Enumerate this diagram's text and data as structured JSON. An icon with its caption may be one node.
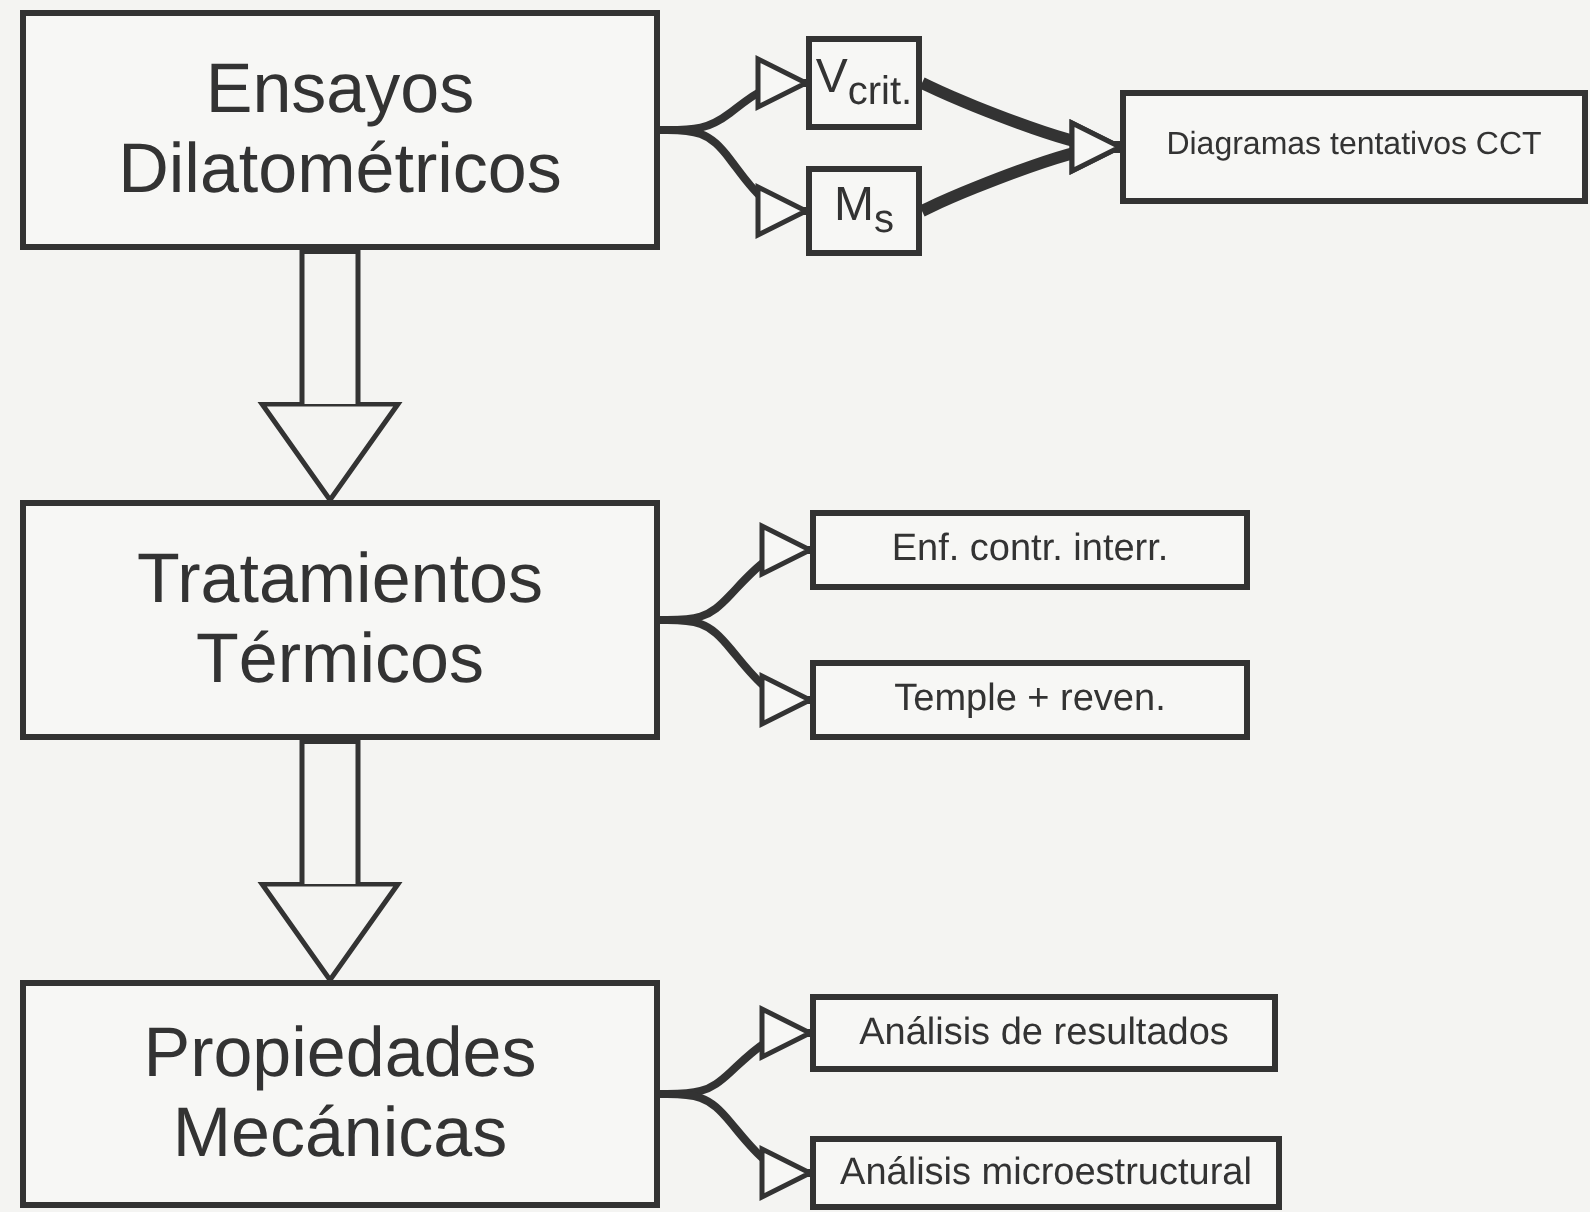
{
  "diagram": {
    "nodes": [
      {
        "text": [
          "Ensayos Dilatométricos"
        ]
      },
      {
        "text": [
          "V$_{crit.}$"
        ]
      },
      {
        "text": [
          "M$_{s}$"
        ]
      },
      {
        "text": [
          "Diagramas tentativos CCT"
        ]
      },
      {
        "text": [
          "Tratamientos Térmicos"
        ]
      },
      {
        "text": [
          "Enf. contr. interr."
        ]
      },
      {
        "text": [
          "Temple + reven."
        ]
      },
      {
        "text": [
          "Propiedades Mecánicas"
        ]
      },
      {
        "text": [
          "Análisis de resultados"
        ]
      },
      {
        "text": [
          "Análisis microestructural"
        ]
      }
    ],
    "edges": [
      {
        "from": 0,
        "to": 1,
        "arrow": "to"
      },
      {
        "from": 0,
        "to": 2,
        "arrow": "to"
      },
      {
        "from": 1,
        "to": 3,
        "arrow": "to"
      },
      {
        "from": 2,
        "to": 3,
        "arrow": "to"
      },
      {
        "from": 0,
        "to": 4,
        "arrow": "to",
        "style": "thick"
      },
      {
        "from": 4,
        "to": 5,
        "arrow": "to"
      },
      {
        "from": 4,
        "to": 6,
        "arrow": "to"
      },
      {
        "from": 4,
        "to": 7,
        "arrow": "to",
        "style": "thick"
      },
      {
        "from": 7,
        "to": 8,
        "arrow": "to"
      },
      {
        "from": 7,
        "to": 9,
        "arrow": "to"
      }
    ]
  }
}
